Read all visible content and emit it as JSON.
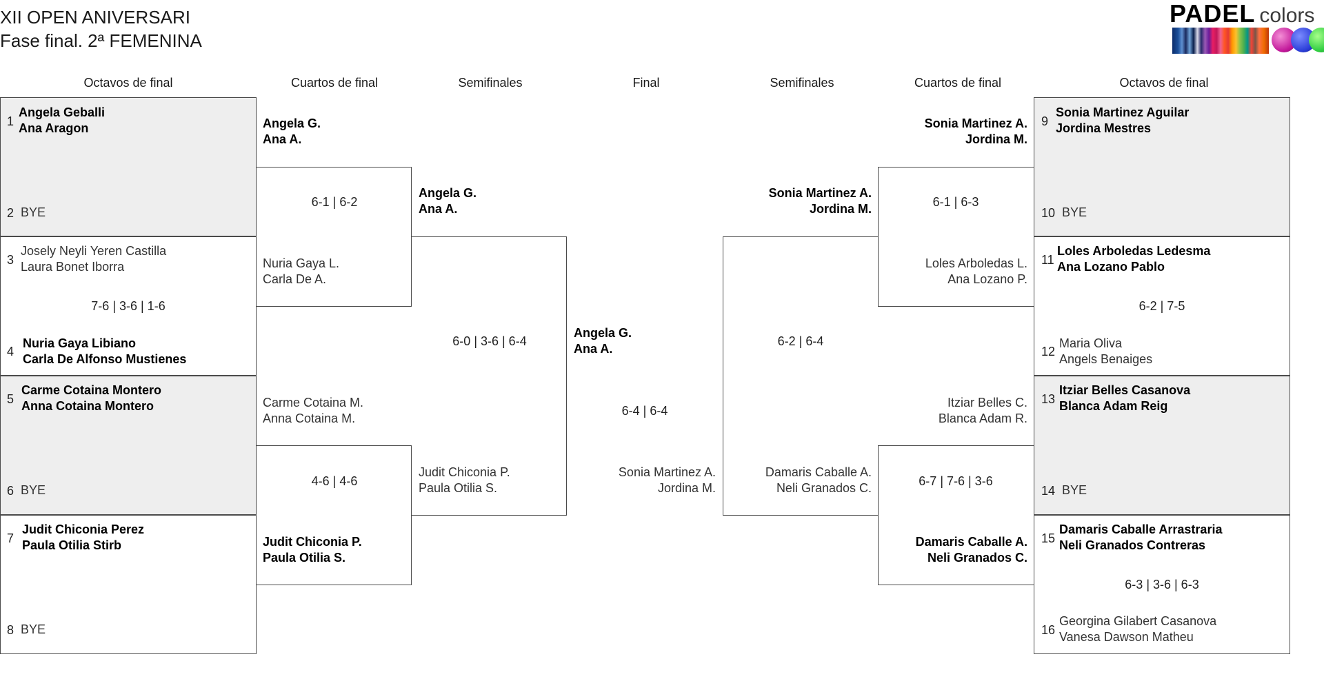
{
  "title": {
    "line1": "XII OPEN ANIVERSARI",
    "line2": "Fase final. 2ª FEMENINA"
  },
  "logo": {
    "bold": "PADEL",
    "light": "colors"
  },
  "rounds": {
    "octavos": "Octavos de final",
    "cuartos": "Cuartos de final",
    "semis": "Semifinales",
    "final": "Final"
  },
  "left": {
    "r16": [
      {
        "top_seed": "1",
        "top_p1": "Angela Geballi",
        "top_p2": "Ana Aragon",
        "bot_seed": "2",
        "bot": "BYE",
        "score": ""
      },
      {
        "top_seed": "3",
        "top_p1": "Josely Neyli Yeren Castilla",
        "top_p2": "Laura Bonet Iborra",
        "bot_seed": "4",
        "bot_p1": "Nuria Gaya Libiano",
        "bot_p2": "Carla De Alfonso Mustienes",
        "score": "7-6 | 3-6 | 1-6"
      },
      {
        "top_seed": "5",
        "top_p1": "Carme Cotaina Montero",
        "top_p2": "Anna Cotaina Montero",
        "bot_seed": "6",
        "bot": "BYE",
        "score": ""
      },
      {
        "top_seed": "7",
        "top_p1": "Judit Chiconia Perez",
        "top_p2": "Paula Otilia Stirb",
        "bot_seed": "8",
        "bot": "BYE",
        "score": ""
      }
    ],
    "qf": [
      {
        "top_p1": "Angela G.",
        "top_p2": "Ana A.",
        "bot_p1": "Nuria Gaya L.",
        "bot_p2": "Carla De A.",
        "score": "6-1 | 6-2"
      },
      {
        "top_p1": "Carme Cotaina M.",
        "top_p2": "Anna Cotaina M.",
        "bot_p1": "Judit Chiconia P.",
        "bot_p2": "Paula Otilia S.",
        "score": "4-6 | 4-6"
      }
    ],
    "sf": {
      "top_p1": "Angela G.",
      "top_p2": "Ana A.",
      "bot_p1": "Judit Chiconia P.",
      "bot_p2": "Paula Otilia S.",
      "score": "6-0 | 3-6 | 6-4"
    }
  },
  "final": {
    "top_p1": "Angela G.",
    "top_p2": "Ana A.",
    "bot_p1": "Sonia Martinez A.",
    "bot_p2": "Jordina M.",
    "score": "6-4 | 6-4"
  },
  "right": {
    "r16": [
      {
        "top_seed": "9",
        "top_p1": "Sonia Martinez Aguilar",
        "top_p2": "Jordina Mestres",
        "bot_seed": "10",
        "bot": "BYE",
        "score": ""
      },
      {
        "top_seed": "11",
        "top_p1": "Loles Arboledas Ledesma",
        "top_p2": "Ana Lozano Pablo",
        "bot_seed": "12",
        "bot_p1": "Maria Oliva",
        "bot_p2": "Angels Benaiges",
        "score": "6-2 | 7-5"
      },
      {
        "top_seed": "13",
        "top_p1": "Itziar Belles Casanova",
        "top_p2": "Blanca Adam Reig",
        "bot_seed": "14",
        "bot": "BYE",
        "score": ""
      },
      {
        "top_seed": "15",
        "top_p1": "Damaris Caballe Arrastraria",
        "top_p2": "Neli Granados Contreras",
        "bot_seed": "16",
        "bot_p1": "Georgina Gilabert Casanova",
        "bot_p2": "Vanesa Dawson Matheu",
        "score": "6-3 | 3-6 | 6-3"
      }
    ],
    "qf": [
      {
        "top_p1": "Sonia Martinez A.",
        "top_p2": "Jordina M.",
        "bot_p1": "Loles Arboledas L.",
        "bot_p2": "Ana Lozano P.",
        "score": "6-1 | 6-3"
      },
      {
        "top_p1": "Itziar Belles C.",
        "top_p2": "Blanca Adam R.",
        "bot_p1": "Damaris Caballe A.",
        "bot_p2": "Neli Granados C.",
        "score": "6-7 | 7-6 | 3-6"
      }
    ],
    "sf": {
      "top_p1": "Sonia Martinez A.",
      "top_p2": "Jordina M.",
      "bot_p1": "Damaris Caballe A.",
      "bot_p2": "Neli Granados C.",
      "score": "6-2 | 6-4"
    }
  },
  "colors": {
    "shade": "#eeeeee",
    "border": "#4a4a4a"
  }
}
